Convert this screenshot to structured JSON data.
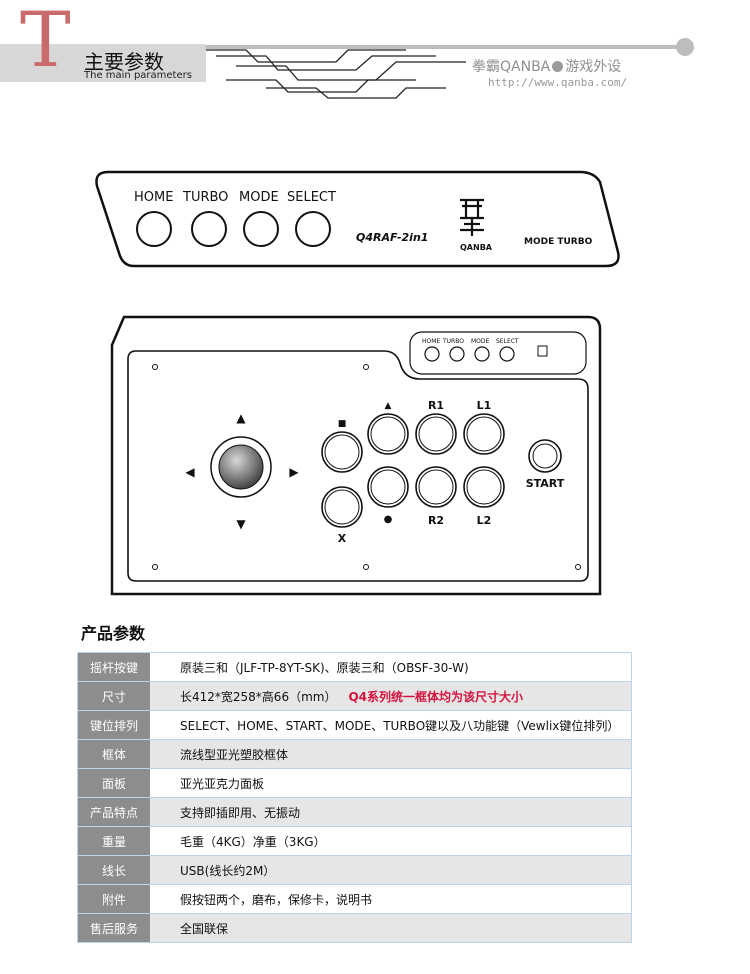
{
  "header": {
    "letter": "T",
    "title": "主要参数",
    "subtitle": "The main parameters",
    "brand_left": "拳霸QANBA",
    "brand_right": "游戏外设",
    "url": "http://www.qanba.com/"
  },
  "panel": {
    "buttons": [
      "HOME",
      "TURBO",
      "MODE",
      "SELECT"
    ],
    "model": "Q4RAF-2in1",
    "logo_text": "QANBA",
    "mode_turbo": "MODE TURBO"
  },
  "stick": {
    "mini_buttons": [
      "HOME",
      "TURBO",
      "MODE",
      "SELECT"
    ],
    "top_labels": [
      "▲",
      "R1",
      "L1"
    ],
    "bottom_labels": [
      "●",
      "R2",
      "L2"
    ],
    "square_label": "■",
    "x_label": "X",
    "start_label": "START",
    "arrows": [
      "▲",
      "▼",
      "◀",
      "▶"
    ]
  },
  "section_title": "产品参数",
  "params": [
    {
      "key": "摇杆按键",
      "value": "原装三和（JLF-TP-8YT-SK)、原装三和（OBSF-30-W)",
      "note": ""
    },
    {
      "key": "尺寸",
      "value": "长412*宽258*高66（mm）",
      "note": "Q4系列统一框体均为该尺寸大小"
    },
    {
      "key": "键位排列",
      "value": "SELECT、HOME、START、MODE、TURBO键以及八功能键（Vewlix键位排列）",
      "note": ""
    },
    {
      "key": "框体",
      "value": "流线型亚光塑胶框体",
      "note": ""
    },
    {
      "key": "面板",
      "value": "亚光亚克力面板",
      "note": ""
    },
    {
      "key": "产品特点",
      "value": "支持即插即用、无振动",
      "note": ""
    },
    {
      "key": "重量",
      "value": "毛重（4KG）净重（3KG）",
      "note": ""
    },
    {
      "key": "线长",
      "value": "USB(线长约2M）",
      "note": ""
    },
    {
      "key": "附件",
      "value": "假按钮两个，磨布，保修卡，说明书",
      "note": ""
    },
    {
      "key": "售后服务",
      "value": "全国联保",
      "note": ""
    }
  ]
}
